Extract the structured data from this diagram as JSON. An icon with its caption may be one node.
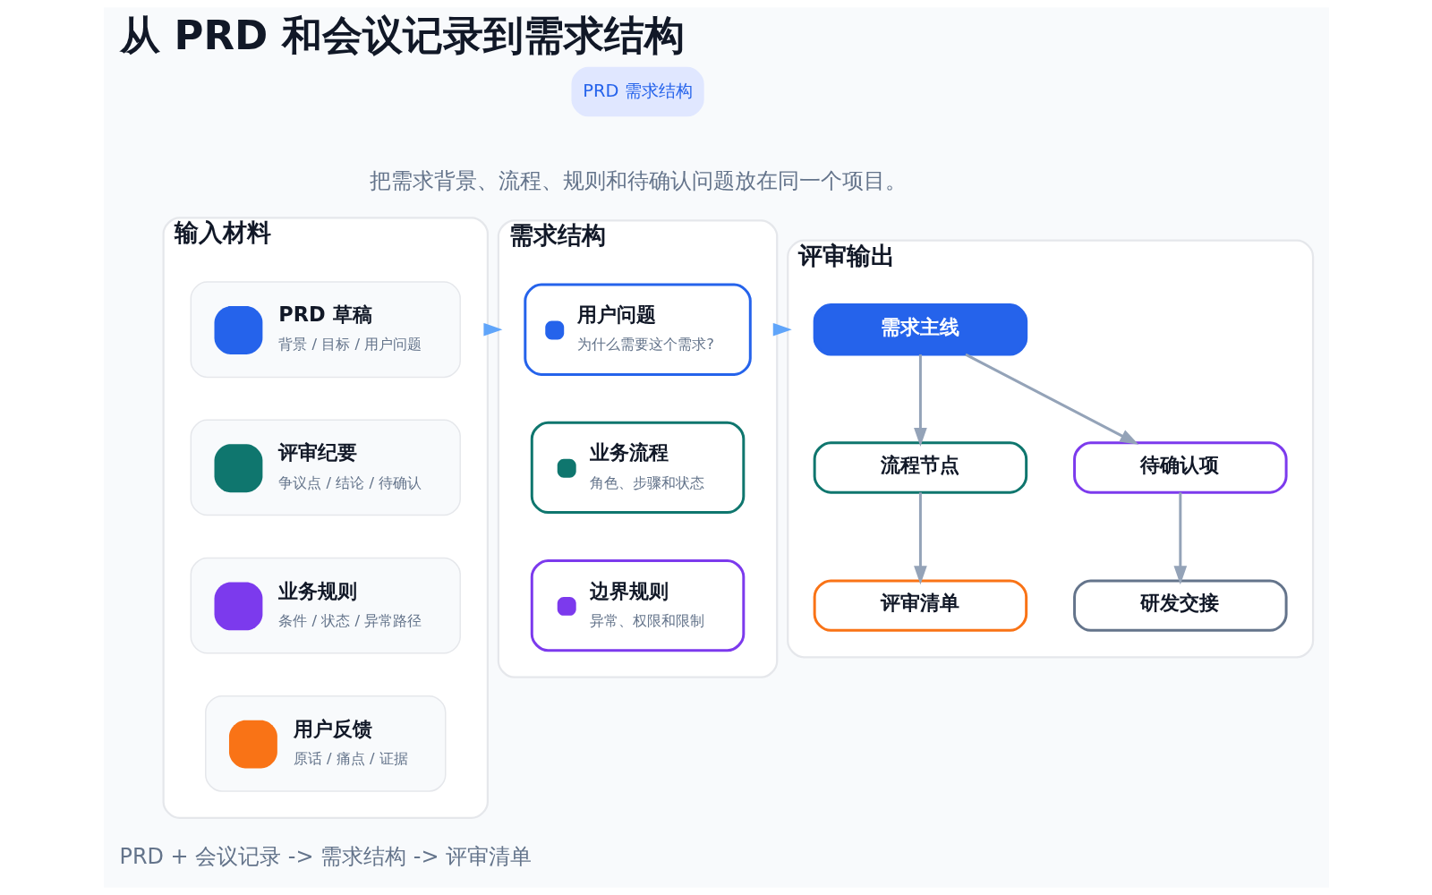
{
  "diagram": {
    "title": "从 PRD 和会议记录到需求结构",
    "nodes": [
      {
        "text": [
          "输入材料"
        ]
      },
      {
        "text": [
          "PRD 草稿",
          "背景 / 目标 / 用户问题"
        ],
        "in": 0
      },
      {
        "text": [
          "评审纪要",
          "争议点 / 结论 / 待确认"
        ],
        "in": 0
      },
      {
        "text": [
          "业务规则",
          "条件 / 状态 / 异常路径"
        ],
        "in": 0
      },
      {
        "text": [
          "用户反馈",
          "原话 / 痛点 / 证据"
        ],
        "in": 0
      },
      {
        "text": [
          "需求结构"
        ]
      },
      {
        "text": [
          "用户问题",
          "为什么需要这个需求?"
        ],
        "in": 5
      },
      {
        "text": [
          "业务流程",
          "角色、步骤和状态"
        ],
        "in": 5
      },
      {
        "text": [
          "边界规则",
          "异常、权限和限制"
        ],
        "in": 5
      },
      {
        "text": [
          "评审输出"
        ]
      },
      {
        "text": [
          "需求主线"
        ],
        "in": 9
      },
      {
        "text": [
          "流程节点"
        ],
        "in": 9
      },
      {
        "text": [
          "待确认项"
        ],
        "in": 9
      },
      {
        "text": [
          "评审清单"
        ],
        "in": 9
      },
      {
        "text": [
          "研发交接"
        ],
        "in": 9
      }
    ],
    "edges": [
      {
        "from": 0,
        "to": 5,
        "arrow": "to",
        "color": "#60a5fa"
      },
      {
        "from": 5,
        "to": 9,
        "arrow": "to",
        "color": "#60a5fa"
      },
      {
        "from": 10,
        "to": 11,
        "arrow": "to"
      },
      {
        "from": 10,
        "to": 12,
        "arrow": "to"
      },
      {
        "from": 11,
        "to": 13,
        "arrow": "to"
      },
      {
        "from": 12,
        "to": 14,
        "arrow": "to"
      }
    ],
    "labels": [
      "PRD 需求结构",
      "把需求背景、流程、规则和待确认问题放在同一个项目。",
      "PRD + 会议记录 -> 需求结构 -> 评审清单"
    ]
  }
}
